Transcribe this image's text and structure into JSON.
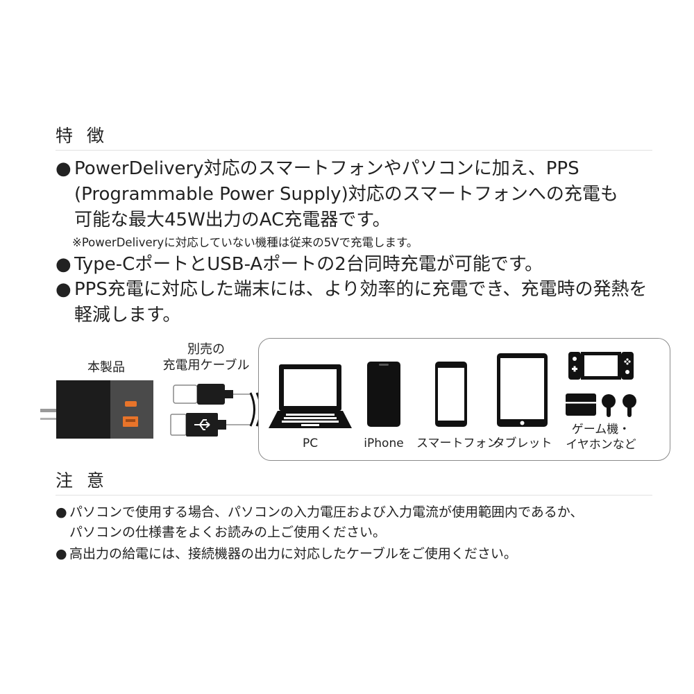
{
  "features": {
    "heading": "特 徴",
    "bullet": "●",
    "items": [
      {
        "lines": [
          "PowerDelivery対応のスマートフォンやパソコンに加え、PPS",
          "(Programmable Power Supply)対応のスマートフォンへの充電も",
          "可能な最大45W出力のAC充電器です。"
        ]
      },
      {
        "lines": [
          "Type-CポートとUSB-Aポートの2台同時充電が可能です。"
        ]
      },
      {
        "lines": [
          "PPS充電に対応した端末には、より効率的に充電でき、充電時の発熱を",
          "軽減します。"
        ]
      }
    ],
    "note": "※PowerDeliveryに対応していない機種は従来の5Vで充電します。"
  },
  "diagram": {
    "product_label": "本製品",
    "cable_label_line1": "別売の",
    "cable_label_line2": "充電用ケーブル",
    "devices": {
      "pc": "PC",
      "iphone": "iPhone",
      "smartphone": "スマートフォン",
      "tablet": "タブレット",
      "game_line1": "ゲーム機・",
      "game_line2": "イヤホンなど"
    }
  },
  "caution": {
    "heading": "注 意",
    "bullet": "●",
    "items": [
      {
        "lines": [
          "パソコンで使用する場合、パソコンの入力電圧および入力電流が使用範囲内であるか、",
          "パソコンの仕様書をよくお読みの上ご使用ください。"
        ]
      },
      {
        "lines": [
          "高出力の給電には、接続機器の出力に対応したケーブルをご使用ください。"
        ]
      }
    ]
  },
  "colors": {
    "charger_body": "#1c1c1c",
    "charger_face": "#4a4a4a",
    "port_orange": "#e8742a",
    "outline": "#8a8a8a"
  }
}
